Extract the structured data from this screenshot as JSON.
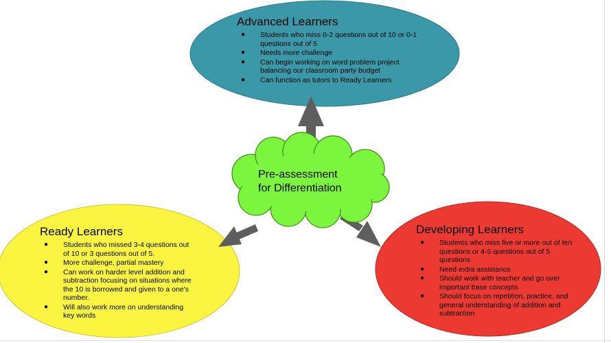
{
  "diagram": {
    "center": {
      "line1": "Pre-assessment",
      "line2": "for Differentiation"
    },
    "advanced": {
      "title": "Advanced Learners",
      "items": [
        "Students who miss 0-2 questions out of 10 or 0-1 questions out of 5",
        "Needs more challenge",
        "Can begin working on word problem project balancing our classroom party budget",
        "Can function as tutors to Ready Learners"
      ]
    },
    "ready": {
      "title": "Ready Learners",
      "items": [
        "Students who missed 3-4 questions out of 10 or 3 questions out of 5.",
        "More challenge, partial mastery",
        "Can work on harder level addition and subtraction focusing on situations where the 10 is borrowed and given to a one's number.",
        "Will also work more on understanding key words"
      ]
    },
    "developing": {
      "title": "Developing Learners",
      "items": [
        "Students who miss five or more out of ten questions or 4-5 questions out of 5 questions.",
        "Need extra assistance",
        "Should work with teacher and go over important base concepts",
        "Should focus on repetition, practice, and general understanding of addition and subtraction"
      ]
    },
    "colors": {
      "advanced_fill": "#3a98a8",
      "ready_fill": "#fbf542",
      "developing_fill": "#ec3a32",
      "cloud_fill": "#7cf53e",
      "arrow_fill": "#5e5e5e"
    }
  }
}
